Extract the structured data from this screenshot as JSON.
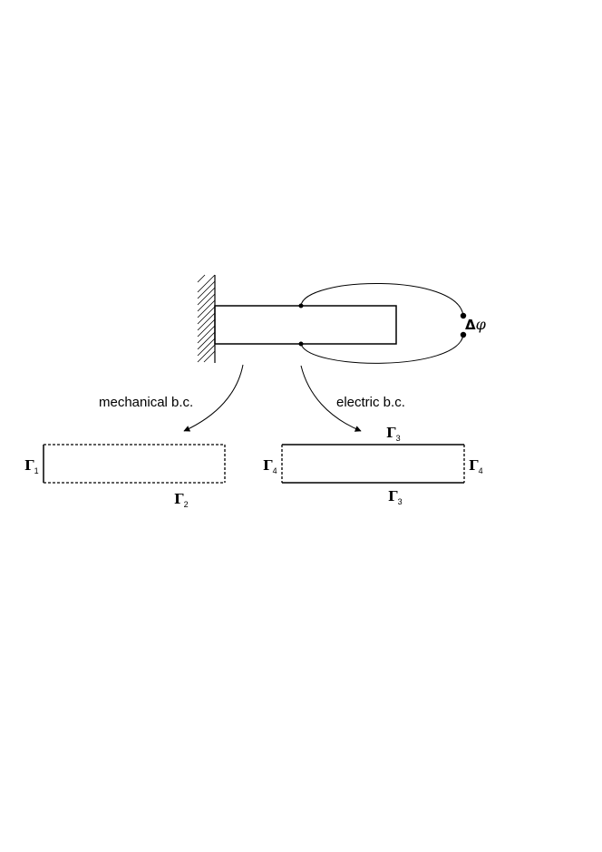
{
  "labels": {
    "mechanical": "mechanical b.c.",
    "electric": "electric b.c.",
    "delta_symbol": "Δ",
    "phi_symbol": "φ",
    "gamma_symbol": "Γ",
    "g1_sub": "1",
    "g2_sub": "2",
    "g3_top_sub": "3",
    "g3_bottom_sub": "3",
    "g4_left_sub": "4",
    "g4_right_sub": "4"
  },
  "colors": {
    "stroke": "#000000",
    "background": "#ffffff"
  }
}
